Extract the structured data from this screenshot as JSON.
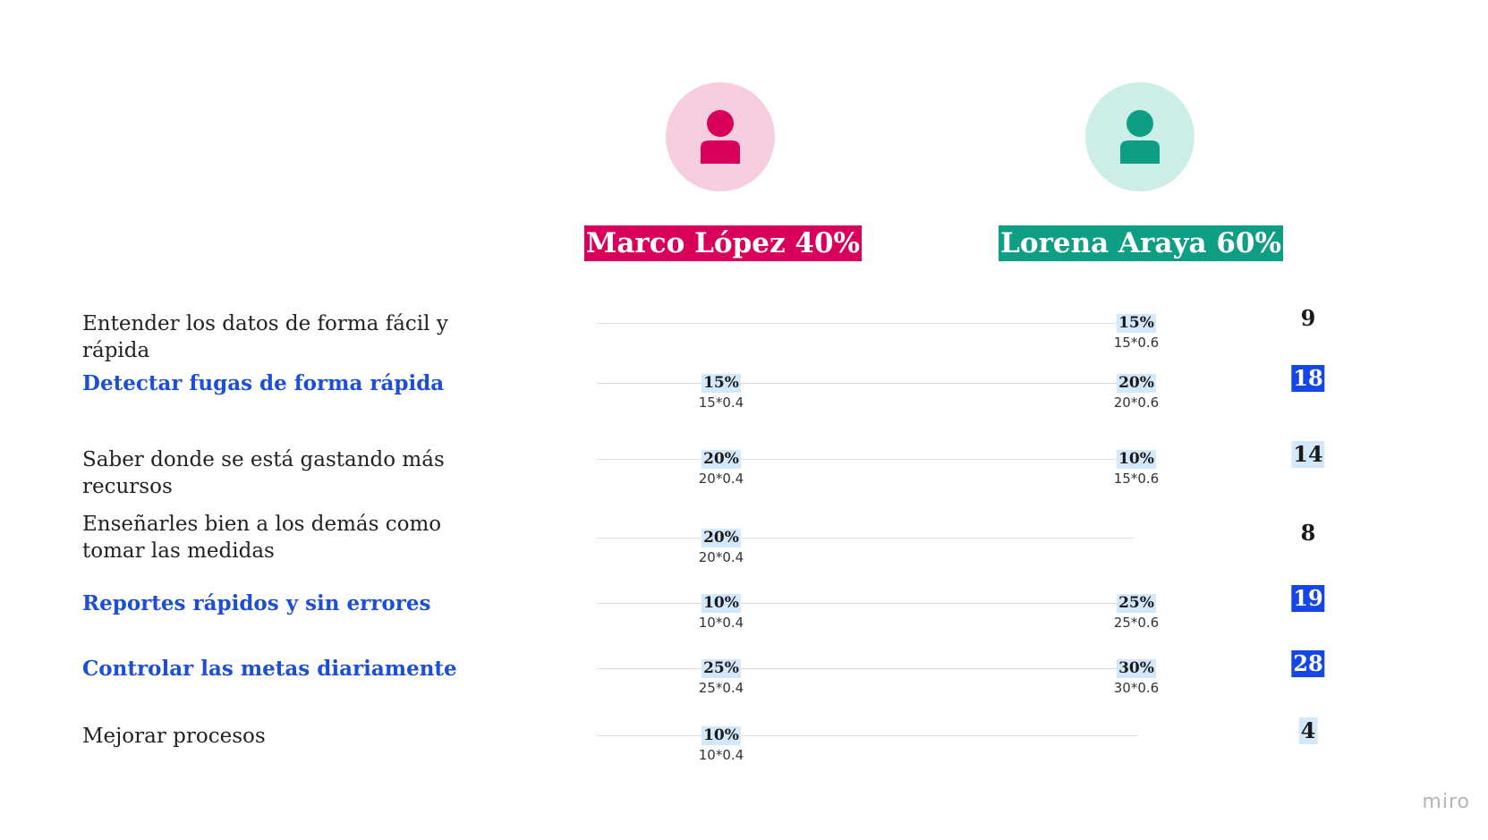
{
  "people": [
    {
      "name": "Marco López 40%",
      "color": "#d9005b",
      "avatar_bg": "#f7cde0",
      "icon": "user-icon"
    },
    {
      "name": "Lorena Araya 60%",
      "color": "#0e9e84",
      "avatar_bg": "#cdeee6",
      "icon": "user-icon"
    }
  ],
  "goals": [
    {
      "label": "Entender los datos de forma fácil y rápida",
      "highlight": false,
      "marco": null,
      "lorena": {
        "pct": "15%",
        "formula": "15*0.6"
      },
      "total": "9",
      "total_style": "none"
    },
    {
      "label": "Detectar fugas de forma rápida",
      "highlight": true,
      "marco": {
        "pct": "15%",
        "formula": "15*0.4"
      },
      "lorena": {
        "pct": "20%",
        "formula": "20*0.6"
      },
      "total": "18",
      "total_style": "strong"
    },
    {
      "label": "Saber donde se está gastando más recursos",
      "highlight": false,
      "marco": {
        "pct": "20%",
        "formula": "20*0.4"
      },
      "lorena": {
        "pct": "10%",
        "formula": "15*0.6"
      },
      "total": "14",
      "total_style": "light"
    },
    {
      "label": "Enseñarles bien a los demás como tomar las medidas",
      "highlight": false,
      "marco": {
        "pct": "20%",
        "formula": "20*0.4"
      },
      "lorena": null,
      "total": "8",
      "total_style": "none"
    },
    {
      "label": "Reportes rápidos y sin errores",
      "highlight": true,
      "marco": {
        "pct": "10%",
        "formula": "10*0.4"
      },
      "lorena": {
        "pct": "25%",
        "formula": "25*0.6"
      },
      "total": "19",
      "total_style": "strong"
    },
    {
      "label": "Controlar las metas diariamente",
      "highlight": true,
      "marco": {
        "pct": "25%",
        "formula": "25*0.4"
      },
      "lorena": {
        "pct": "30%",
        "formula": "30*0.6"
      },
      "total": "28",
      "total_style": "strong"
    },
    {
      "label": "Mejorar procesos",
      "highlight": false,
      "marco": {
        "pct": "10%",
        "formula": "10*0.4"
      },
      "lorena": null,
      "total": "4",
      "total_style": "light"
    }
  ],
  "watermark": "miro"
}
